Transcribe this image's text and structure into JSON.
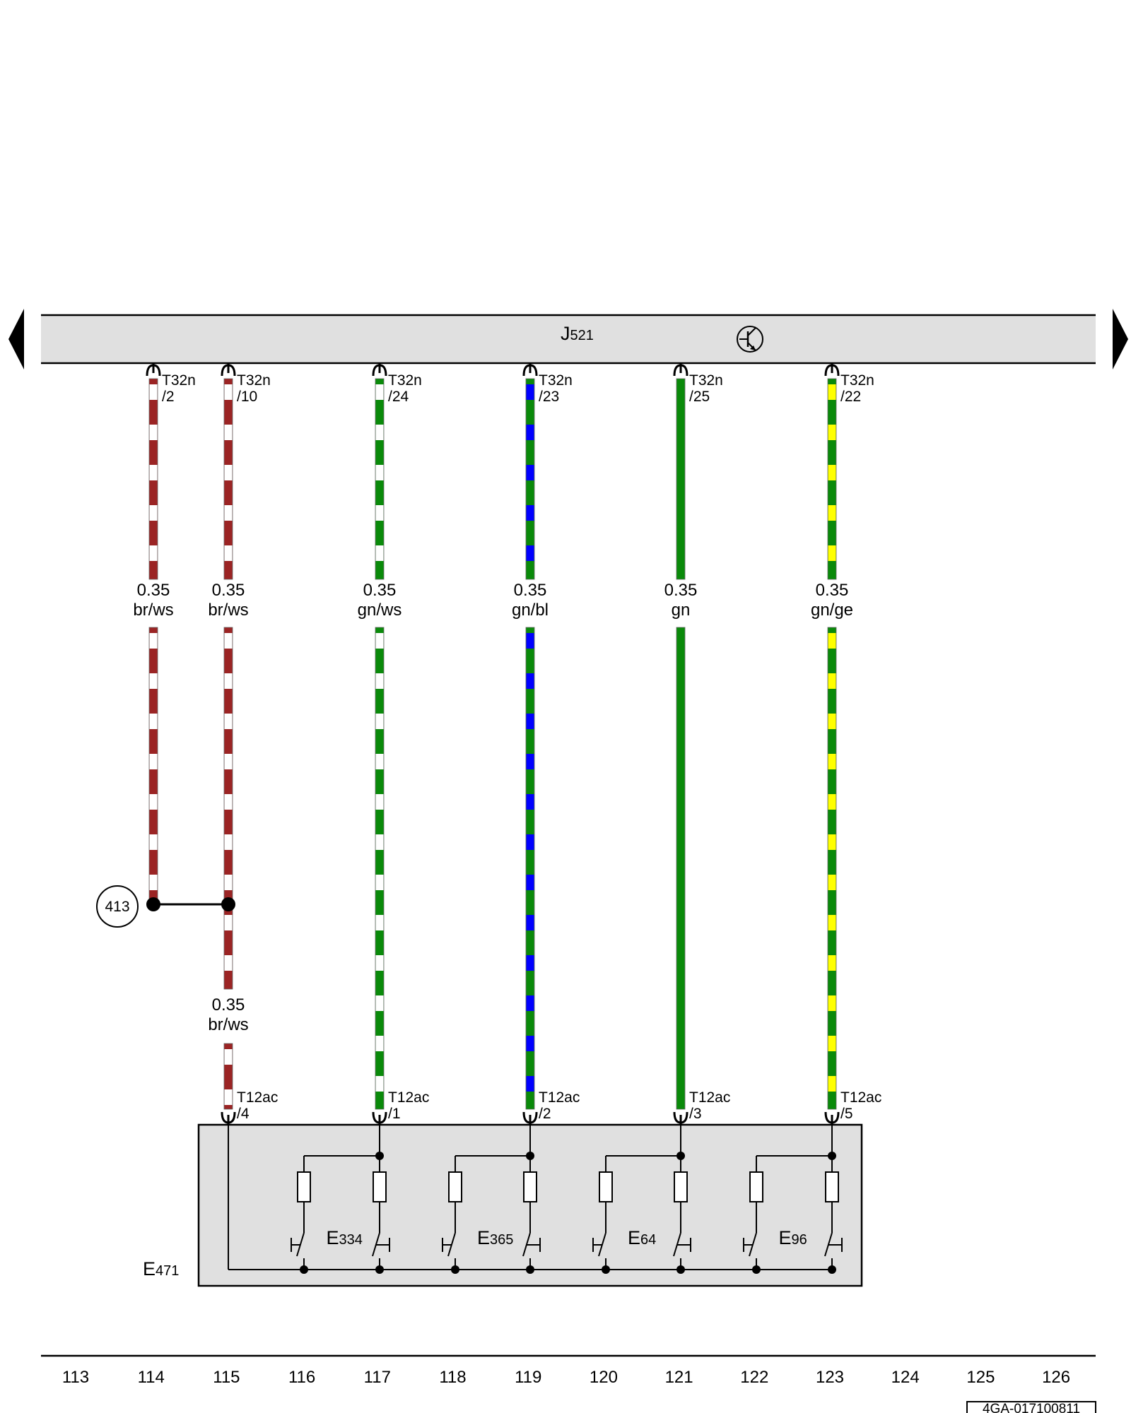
{
  "module_top": {
    "name": "J",
    "sub": "521"
  },
  "module_bottom": {
    "name": "E",
    "sub": "471"
  },
  "ref_circle": "413",
  "doc_id": "4GA-017100811",
  "wires": [
    {
      "id": "w1",
      "size": "0.35",
      "color": "br/ws",
      "base": "#9b2424",
      "stripe": "#ffffff",
      "top_conn": "T32n",
      "top_pin": "/2"
    },
    {
      "id": "w2",
      "size": "0.35",
      "color": "br/ws",
      "base": "#9b2424",
      "stripe": "#ffffff",
      "top_conn": "T32n",
      "top_pin": "/10",
      "bot_conn": "T12ac",
      "bot_pin": "/4",
      "size2": "0.35",
      "color2": "br/ws"
    },
    {
      "id": "w3",
      "size": "0.35",
      "color": "gn/ws",
      "base": "#0a8a0a",
      "stripe": "#ffffff",
      "top_conn": "T32n",
      "top_pin": "/24",
      "bot_conn": "T12ac",
      "bot_pin": "/1"
    },
    {
      "id": "w4",
      "size": "0.35",
      "color": "gn/bl",
      "base": "#0a8a0a",
      "stripe": "#0000ff",
      "top_conn": "T32n",
      "top_pin": "/23",
      "bot_conn": "T12ac",
      "bot_pin": "/2"
    },
    {
      "id": "w5",
      "size": "0.35",
      "color": "gn",
      "base": "#0a8a0a",
      "stripe": "#0a8a0a",
      "top_conn": "T32n",
      "top_pin": "/25",
      "bot_conn": "T12ac",
      "bot_pin": "/3"
    },
    {
      "id": "w6",
      "size": "0.35",
      "color": "gn/ge",
      "base": "#0a8a0a",
      "stripe": "#ffff00",
      "top_conn": "T32n",
      "top_pin": "/22",
      "bot_conn": "T12ac",
      "bot_pin": "/5"
    }
  ],
  "switches": [
    {
      "name": "E",
      "sub": "334"
    },
    {
      "name": "E",
      "sub": "365"
    },
    {
      "name": "E",
      "sub": "64"
    },
    {
      "name": "E",
      "sub": "96"
    }
  ],
  "grid_numbers": [
    "113",
    "114",
    "115",
    "116",
    "117",
    "118",
    "119",
    "120",
    "121",
    "122",
    "123",
    "124",
    "125",
    "126"
  ]
}
